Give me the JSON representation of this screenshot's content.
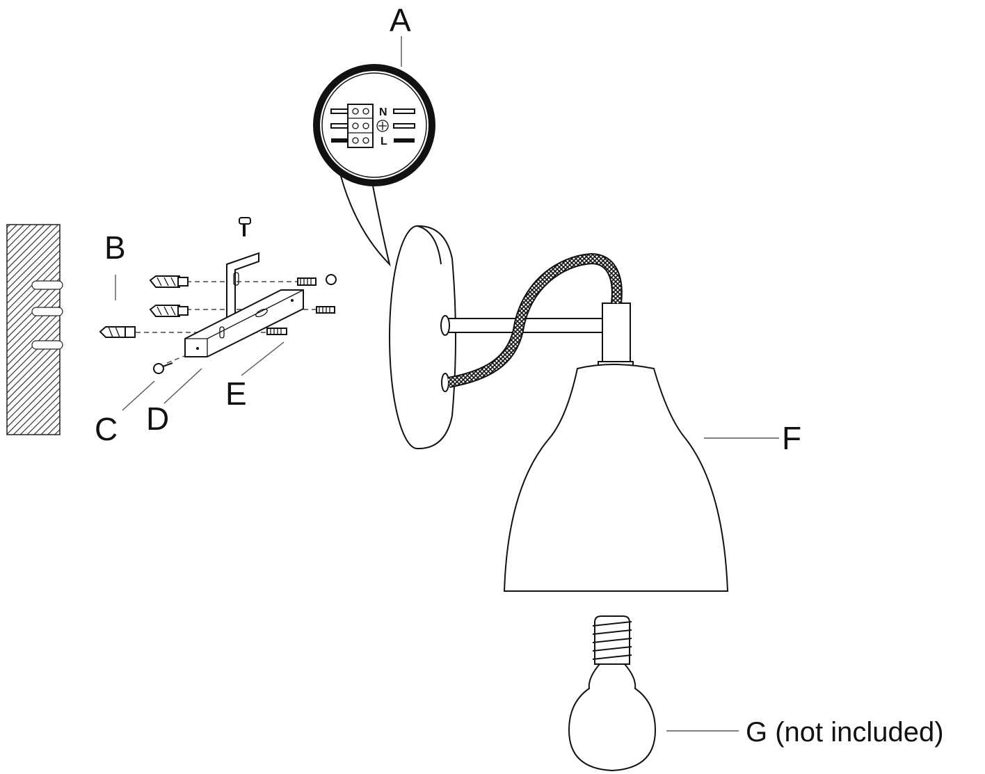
{
  "labels": {
    "a": "A",
    "b": "B",
    "c": "C",
    "d": "D",
    "e": "E",
    "f": "F",
    "g": "G (not included)"
  },
  "terminal": {
    "n": "N",
    "l": "L"
  }
}
